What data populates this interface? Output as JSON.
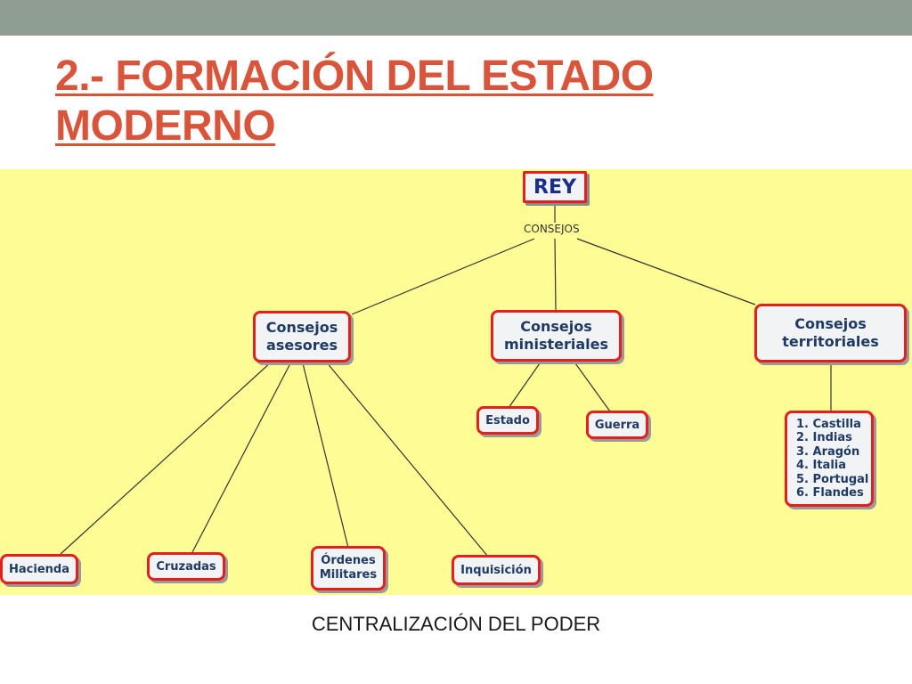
{
  "slide": {
    "title_line1": "2.- FORMACIÓN DEL ESTADO",
    "title_line2": "MODERNO",
    "caption": "CENTRALIZACIÓN DEL PODER"
  },
  "diagram": {
    "root": "REY",
    "link_label": "CONSEJOS",
    "councils": {
      "asesores_line1": "Consejos",
      "asesores_line2": "asesores",
      "ministeriales_line1": "Consejos",
      "ministeriales_line2": "ministeriales",
      "territoriales_line1": "Consejos",
      "territoriales_line2": "territoriales"
    },
    "asesores_children": {
      "hacienda": "Hacienda",
      "cruzadas": "Cruzadas",
      "ordenes_line1": "Órdenes",
      "ordenes_line2": "Militares",
      "inquisicion": "Inquisición"
    },
    "ministeriales_children": {
      "estado": "Estado",
      "guerra": "Guerra"
    },
    "territoriales_list": [
      "1. Castilla",
      "2. Indias",
      "3. Aragón",
      "4. Italia",
      "5. Portugal",
      "6. Flandes"
    ]
  },
  "colors": {
    "title": "#d8553b",
    "top_bar": "#8f9d93",
    "panel": "#fefd95",
    "node_border": "#e3201d",
    "node_text": "#1f3a63"
  }
}
